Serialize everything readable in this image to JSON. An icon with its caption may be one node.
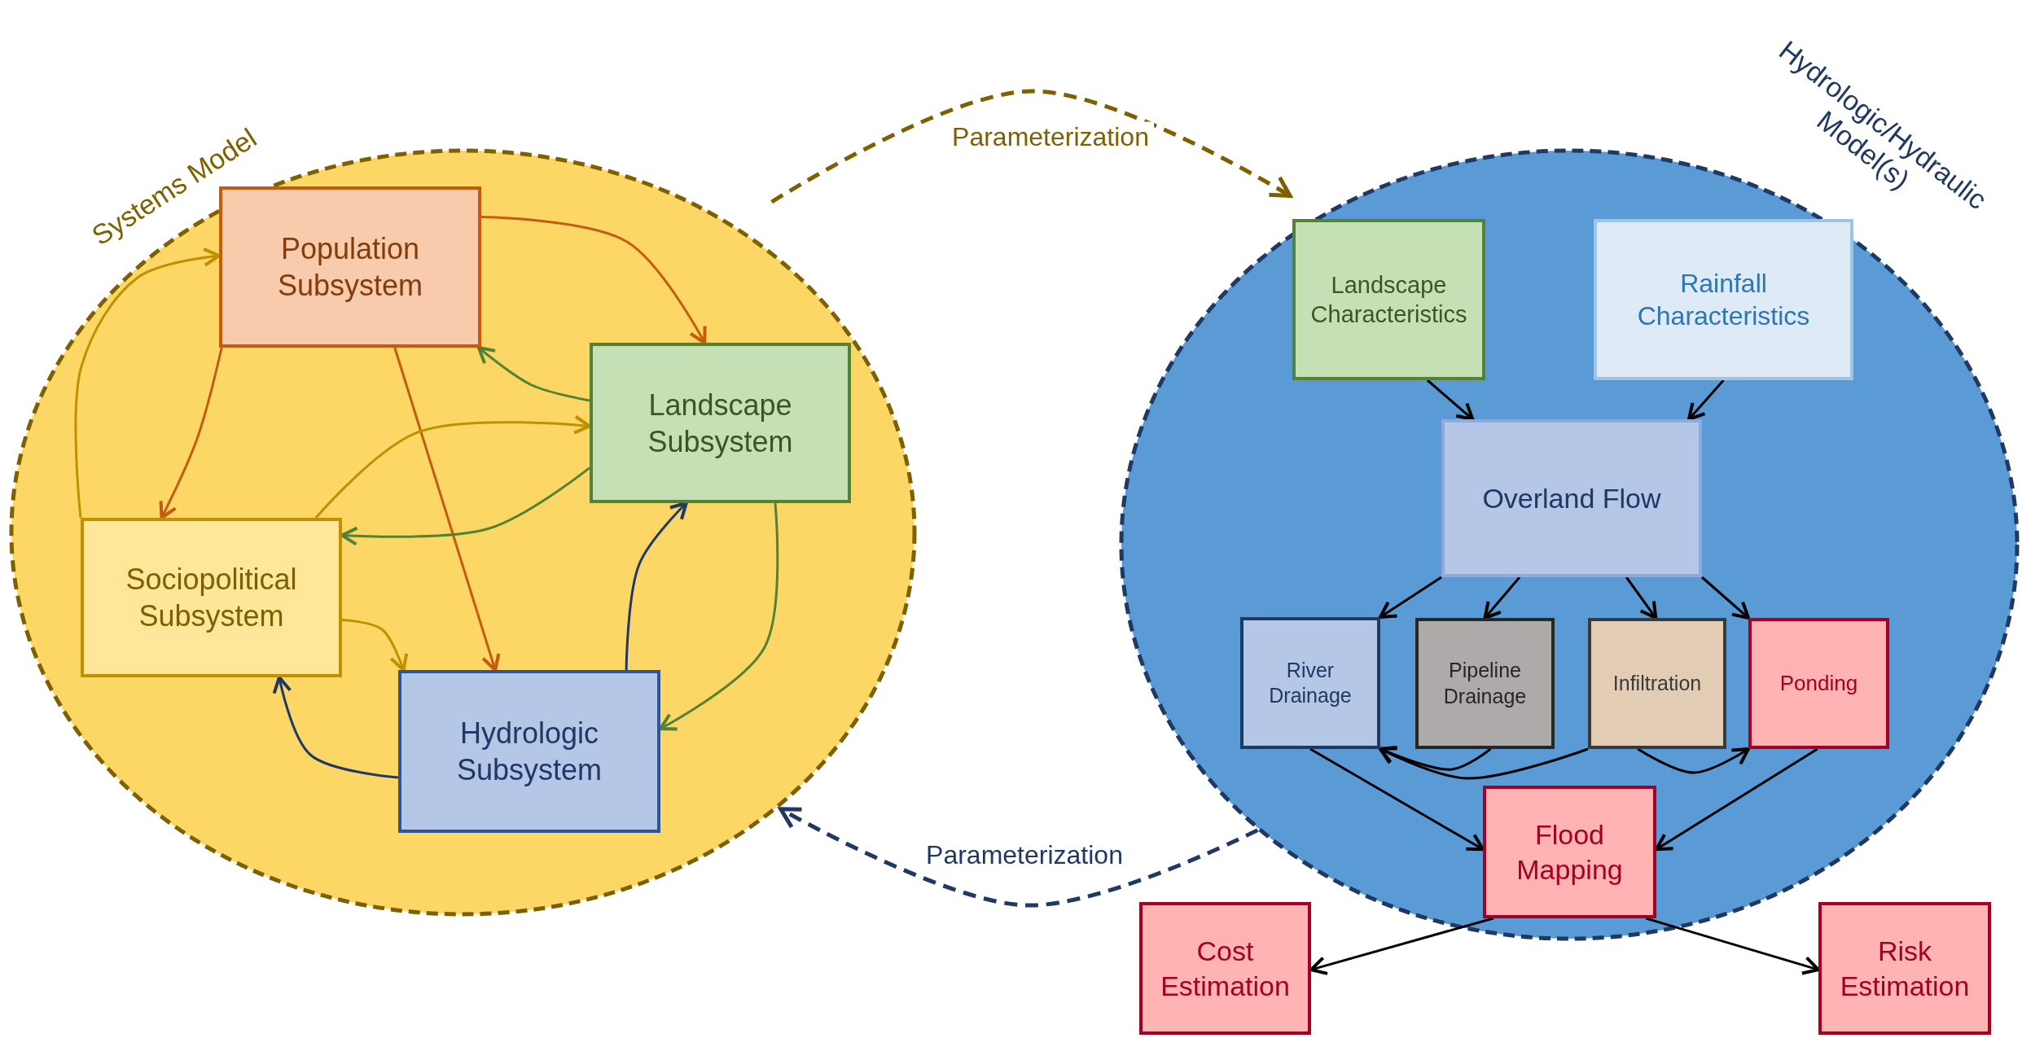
{
  "diagram": {
    "nodes": [
      {
        "text": [
          "Systems Model"
        ]
      },
      {
        "text": [
          "Population Subsystem"
        ],
        "in": 0
      },
      {
        "text": [
          "Landscape Subsystem"
        ],
        "in": 0
      },
      {
        "text": [
          "Sociopolitical Subsystem"
        ],
        "in": 0
      },
      {
        "text": [
          "Hydrologic Subsystem"
        ],
        "in": 0
      },
      {
        "text": [
          "Hydrologic/Hydraulic Model(s)"
        ]
      },
      {
        "text": [
          "Landscape Characteristics"
        ],
        "in": 5
      },
      {
        "text": [
          "Rainfall Characteristics"
        ],
        "in": 5
      },
      {
        "text": [
          "Overland Flow"
        ],
        "in": 5
      },
      {
        "text": [
          "River Drainage"
        ],
        "in": 5
      },
      {
        "text": [
          "Pipeline Drainage"
        ],
        "in": 5
      },
      {
        "text": [
          "Infiltration"
        ],
        "in": 5
      },
      {
        "text": [
          "Ponding"
        ],
        "in": 5
      },
      {
        "text": [
          "Flood Mapping"
        ],
        "in": 5
      },
      {
        "text": [
          "Cost Estimation"
        ]
      },
      {
        "text": [
          "Risk Estimation"
        ]
      }
    ],
    "edges": [
      {
        "from": 1,
        "to": 2,
        "arrow": "to",
        "color": "#c55a11"
      },
      {
        "from": 1,
        "to": 3,
        "arrow": "to",
        "color": "#c55a11"
      },
      {
        "from": 1,
        "to": 4,
        "arrow": "to",
        "color": "#c55a11"
      },
      {
        "from": 3,
        "to": 1,
        "arrow": "to",
        "color": "#bf9000"
      },
      {
        "from": 3,
        "to": 2,
        "arrow": "to",
        "color": "#bf9000"
      },
      {
        "from": 3,
        "to": 4,
        "arrow": "to",
        "color": "#bf9000"
      },
      {
        "from": 2,
        "to": 1,
        "arrow": "to",
        "color": "#548235"
      },
      {
        "from": 2,
        "to": 3,
        "arrow": "to",
        "color": "#548235"
      },
      {
        "from": 2,
        "to": 4,
        "arrow": "to",
        "color": "#548235"
      },
      {
        "from": 4,
        "to": 2,
        "arrow": "to",
        "color": "#1f3864"
      },
      {
        "from": 4,
        "to": 3,
        "arrow": "to",
        "color": "#1f3864"
      },
      {
        "from": 0,
        "to": 5,
        "arrow": "to",
        "label": "Parameterization",
        "style": "dashed",
        "color": "#7f6000"
      },
      {
        "from": 5,
        "to": 0,
        "arrow": "to",
        "label": "Parameterization",
        "style": "dashed",
        "color": "#1f3864"
      },
      {
        "from": 6,
        "to": 8,
        "arrow": "to"
      },
      {
        "from": 7,
        "to": 8,
        "arrow": "to"
      },
      {
        "from": 8,
        "to": 9,
        "arrow": "to"
      },
      {
        "from": 8,
        "to": 10,
        "arrow": "to"
      },
      {
        "from": 8,
        "to": 11,
        "arrow": "to"
      },
      {
        "from": 8,
        "to": 12,
        "arrow": "to"
      },
      {
        "from": 10,
        "to": 9,
        "arrow": "to"
      },
      {
        "from": 11,
        "to": 9,
        "arrow": "to"
      },
      {
        "from": 11,
        "to": 12,
        "arrow": "to"
      },
      {
        "from": 9,
        "to": 13,
        "arrow": "to"
      },
      {
        "from": 12,
        "to": 13,
        "arrow": "to"
      },
      {
        "from": 13,
        "to": 14,
        "arrow": "to"
      },
      {
        "from": 13,
        "to": 15,
        "arrow": "to"
      }
    ]
  }
}
